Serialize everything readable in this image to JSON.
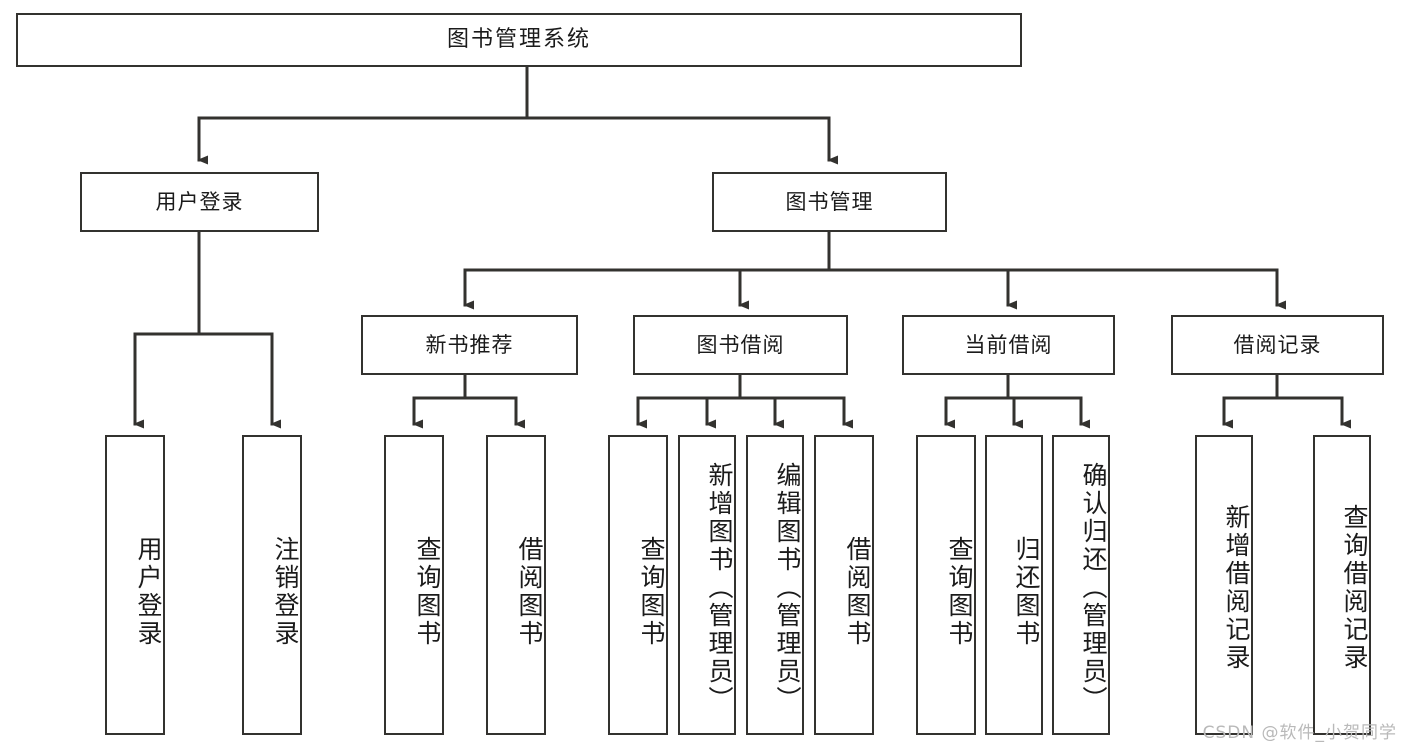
{
  "diagram": {
    "type": "tree-hierarchy",
    "title": "图书管理系统",
    "watermark": "CSDN @软件_小贺同学",
    "colors": {
      "box_border": "#33322f",
      "box_fill": "#ffffff",
      "connector": "#33322f",
      "text": "#1b1b1b",
      "watermark": "#b9b9b9",
      "background": "#ffffff"
    },
    "levels": [
      {
        "level": 0,
        "nodes": [
          {
            "id": "root",
            "label": "图书管理系统"
          }
        ]
      },
      {
        "level": 1,
        "nodes": [
          {
            "id": "login",
            "label": "用户登录",
            "parent": "root"
          },
          {
            "id": "bookmgmt",
            "label": "图书管理",
            "parent": "root"
          }
        ]
      },
      {
        "level": 2,
        "nodes": [
          {
            "id": "newbook",
            "label": "新书推荐",
            "parent": "bookmgmt"
          },
          {
            "id": "borrow",
            "label": "图书借阅",
            "parent": "bookmgmt"
          },
          {
            "id": "current",
            "label": "当前借阅",
            "parent": "bookmgmt"
          },
          {
            "id": "record",
            "label": "借阅记录",
            "parent": "bookmgmt"
          }
        ]
      },
      {
        "level": 3,
        "nodes": [
          {
            "id": "leaf1",
            "label": "用户登录",
            "parent": "login"
          },
          {
            "id": "leaf2",
            "label": "注销登录",
            "parent": "login"
          },
          {
            "id": "leaf3",
            "label": "查询图书",
            "parent": "newbook"
          },
          {
            "id": "leaf4",
            "label": "借阅图书",
            "parent": "newbook"
          },
          {
            "id": "leaf5",
            "label": "查询图书",
            "parent": "borrow"
          },
          {
            "id": "leaf6",
            "label": "新增图书（管理员）",
            "parent": "borrow"
          },
          {
            "id": "leaf7",
            "label": "编辑图书（管理员）",
            "parent": "borrow"
          },
          {
            "id": "leaf8",
            "label": "借阅图书",
            "parent": "borrow"
          },
          {
            "id": "leaf9",
            "label": "查询图书",
            "parent": "current"
          },
          {
            "id": "leaf10",
            "label": "归还图书",
            "parent": "current"
          },
          {
            "id": "leaf11",
            "label": "确认归还（管理员）",
            "parent": "current"
          },
          {
            "id": "leaf12",
            "label": "新增借阅记录",
            "parent": "record"
          },
          {
            "id": "leaf13",
            "label": "查询借阅记录",
            "parent": "record"
          }
        ]
      }
    ]
  }
}
